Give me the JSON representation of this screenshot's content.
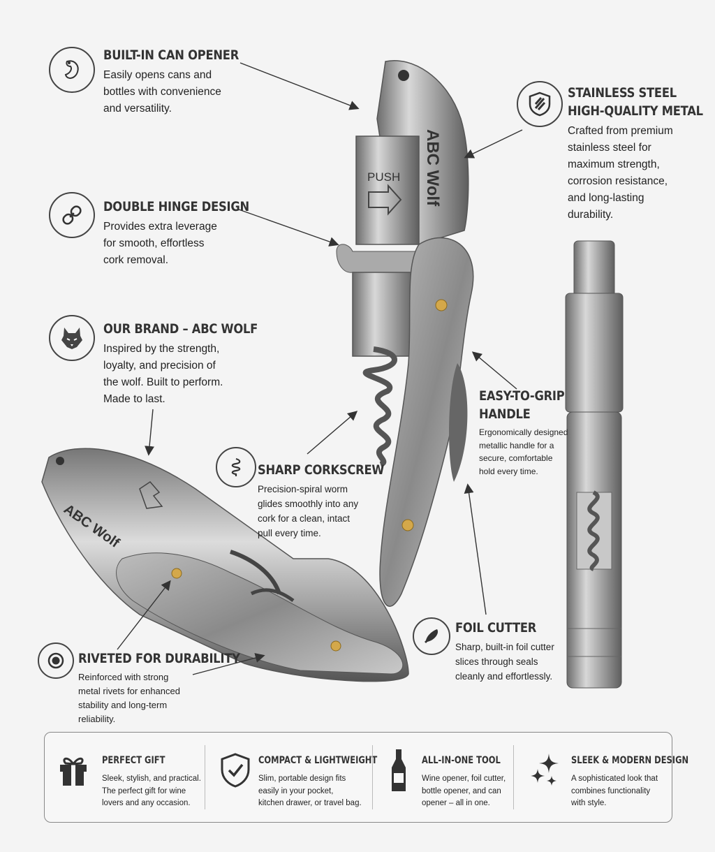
{
  "features": {
    "can_opener": {
      "title": "BUILT-IN CAN OPENER",
      "desc": [
        "Easily opens cans and",
        "bottles with convenience",
        "and versatility."
      ]
    },
    "double_hinge": {
      "title": "DOUBLE HINGE DESIGN",
      "desc": [
        "Provides extra leverage",
        "for smooth, effortless",
        "cork removal."
      ]
    },
    "brand": {
      "title": "OUR BRAND – ABC WOLF",
      "desc": [
        "Inspired by the strength,",
        "loyalty, and precision of",
        "the wolf. Built to perform.",
        "Made to last."
      ]
    },
    "stainless": {
      "title_line1": "STAINLESS STEEL",
      "title_line2": "HIGH-QUALITY METAL",
      "desc": [
        "Crafted from premium",
        "stainless steel for",
        "maximum strength,",
        "corrosion resistance,",
        "and long-lasting",
        "durability."
      ]
    },
    "grip": {
      "title_line1": "EASY-TO-GRIP",
      "title_line2": "HANDLE",
      "desc": [
        "Ergonomically designed",
        "metallic handle for a",
        "secure, comfortable",
        "hold every time."
      ]
    },
    "corkscrew": {
      "title": "SHARP CORKSCREW",
      "desc": [
        "Precision-spiral worm",
        "glides smoothly into any",
        "cork for a clean, intact",
        "pull every time."
      ]
    },
    "foil_cutter": {
      "title": "FOIL CUTTER",
      "desc": [
        "Sharp, built-in foil cutter",
        "slices through seals",
        "cleanly and effortlessly."
      ]
    },
    "riveted": {
      "title": "RIVETED FOR DURABILITY",
      "desc": [
        "Reinforced with strong",
        "metal rivets for enhanced",
        "stability and long-term",
        "reliability."
      ]
    }
  },
  "product": {
    "brand_engraving": "ABC Wolf",
    "push_label": "PUSH"
  },
  "bottom_bar": [
    {
      "title": "PERFECT GIFT",
      "icon": "gift-icon",
      "desc": [
        "Sleek, stylish, and practical.",
        "The perfect gift for wine",
        "lovers and any occasion."
      ]
    },
    {
      "title": "COMPACT & LIGHTWEIGHT",
      "icon": "shield-check-icon",
      "desc": [
        "Slim, portable design fits",
        "easily in your pocket,",
        "kitchen drawer, or travel bag."
      ]
    },
    {
      "title": "ALL-IN-ONE TOOL",
      "icon": "wine-bottle-icon",
      "desc": [
        "Wine opener, foil cutter,",
        "bottle opener, and can",
        "opener – all in one."
      ]
    },
    {
      "title": "SLEEK & MODERN DESIGN",
      "icon": "sparkles-icon",
      "desc": [
        "A sophisticated look that",
        "combines functionality",
        "with style."
      ]
    }
  ],
  "colors": {
    "text": "#333333",
    "background": "#f4f4f4",
    "metal": "#9a9a9a",
    "rivet": "#d4a84a"
  }
}
